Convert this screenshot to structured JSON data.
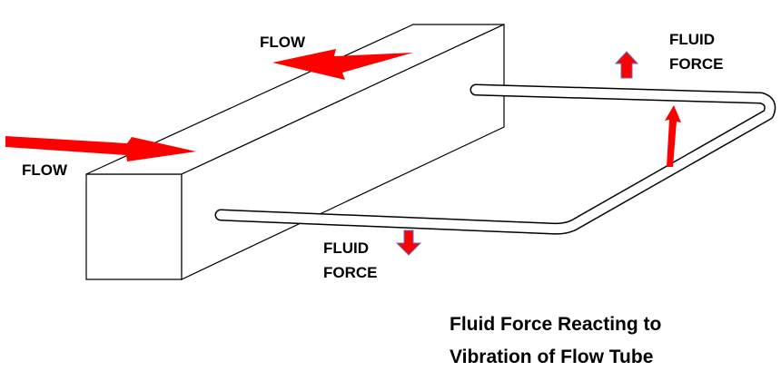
{
  "labels": {
    "flow_top": "FLOW",
    "flow_left": "FLOW",
    "fluid_force_top": [
      "FLUID",
      "FORCE"
    ],
    "fluid_force_bottom": [
      "FLUID",
      "FORCE"
    ]
  },
  "caption": {
    "line1": "Fluid Force Reacting to",
    "line2": "Vibration of Flow Tube"
  },
  "colors": {
    "arrow": "#ff0000",
    "arrow_outline": "#5b6fbf",
    "line": "#000000",
    "background": "#ffffff"
  }
}
